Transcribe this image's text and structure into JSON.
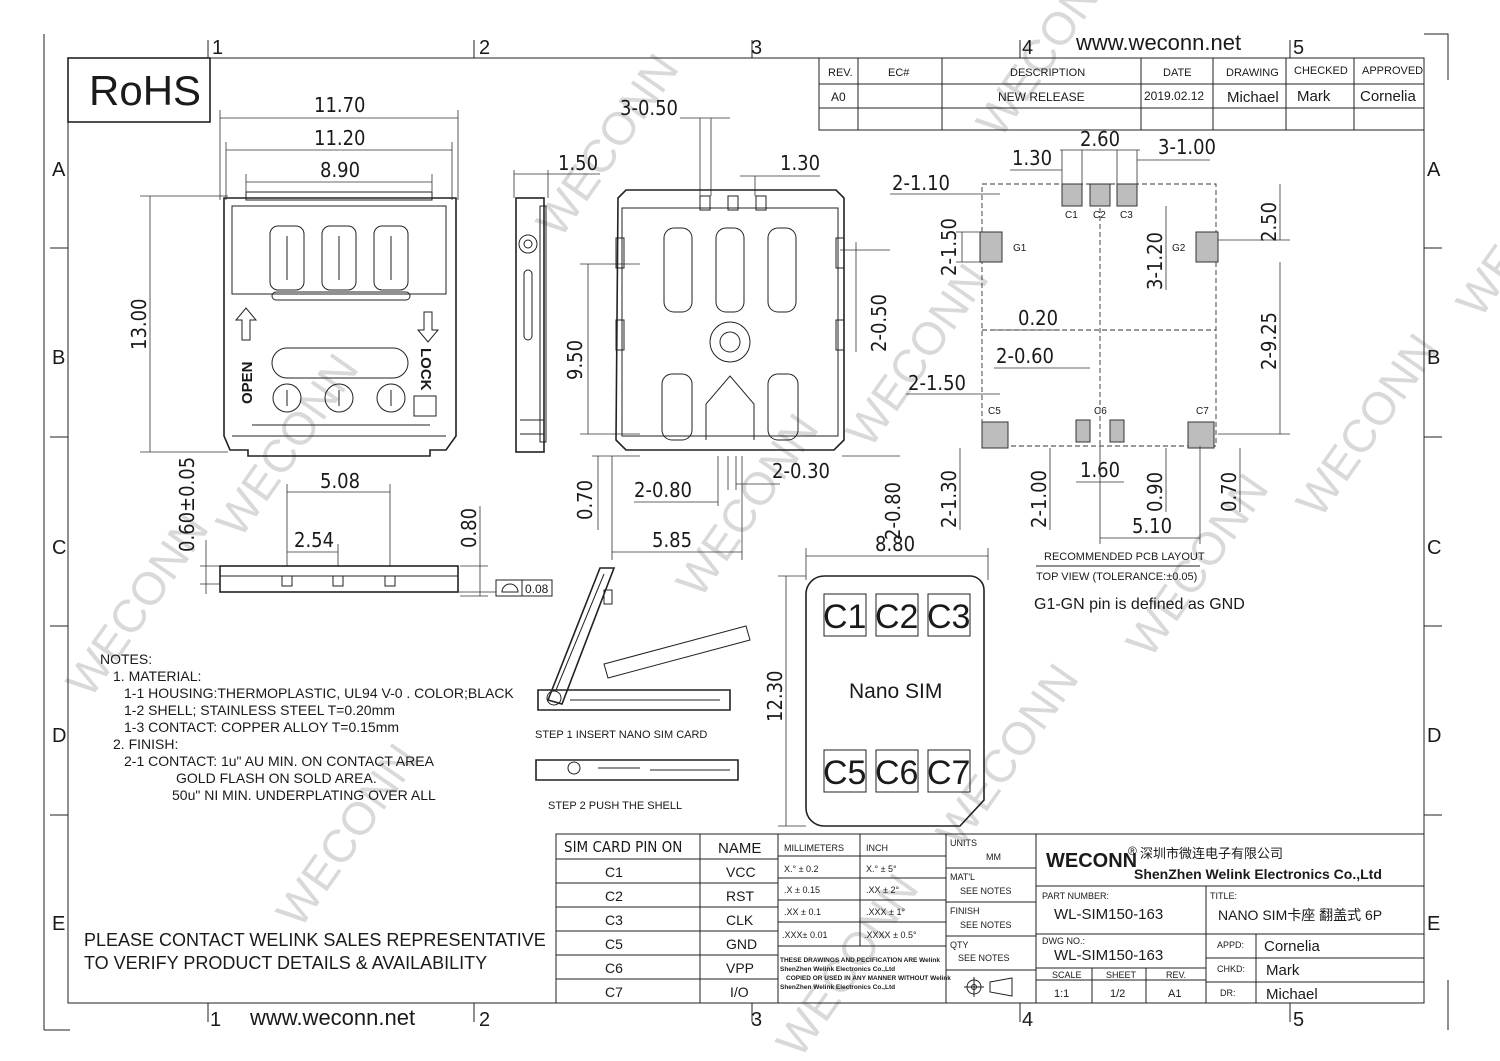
{
  "website": "www.weconn.net",
  "rohs": "RoHS",
  "watermark": "WECONN",
  "grid": {
    "columns": [
      "1",
      "2",
      "3",
      "4",
      "5"
    ],
    "rows": [
      "A",
      "B",
      "C",
      "D",
      "E"
    ]
  },
  "revision_table": {
    "headers": [
      "REV.",
      "EC#",
      "DESCRIPTION",
      "DATE",
      "DRAWING",
      "CHECKED",
      "APPROVED"
    ],
    "rows": [
      [
        "A0",
        "",
        "NEW RELEASE",
        "2019.02.12",
        "Michael",
        "Mark",
        "Cornelia"
      ]
    ]
  },
  "front_view": {
    "dims": {
      "w1": "11.70",
      "w2": "11.20",
      "w3": "8.90",
      "h": "13.00"
    },
    "labels": {
      "open": "OPEN",
      "lock": "LOCK"
    }
  },
  "side_view": {
    "dims": {
      "d1": "1.50"
    }
  },
  "bottom_view": {
    "dims": {
      "top_pitch": "3-0.50",
      "right_top": "1.30",
      "height": "9.50",
      "side": "2-0.50",
      "bottom_h": "0.70",
      "pad": "2-0.80",
      "gap": "2-0.30",
      "width": "5.85",
      "side2": "2-0.80"
    }
  },
  "pcb_layout": {
    "dims": {
      "d130": "1.30",
      "d260": "2.60",
      "d3100": "3-1.00",
      "d2110": "2-1.10",
      "d2150a": "2-1.50",
      "d250": "2.50",
      "d3120": "3-1.20",
      "d020": "0.20",
      "d2925": "2-9.25",
      "d260b": "2-0.60",
      "d2150b": "2-1.50",
      "d160": "1.60",
      "d090": "0.90",
      "d070": "0.70",
      "d510": "5.10",
      "d2130": "2-1.30",
      "d2100": "2-1.00"
    },
    "pads": [
      "C1",
      "C2",
      "C3",
      "G1",
      "G2",
      "C5",
      "C6",
      "C7"
    ],
    "caption1": "RECOMMENDED PCB LAYOUT",
    "caption2": "TOP VIEW (TOLERANCE:±0.05)",
    "note": "G1-GN pin is defined as GND"
  },
  "profile_view": {
    "dims": {
      "p508": "5.08",
      "p254": "2.54",
      "p060": "0.60±0.05",
      "p080": "0.80"
    },
    "flatness": "0.08"
  },
  "steps": {
    "step1": "STEP 1 INSERT NANO SIM CARD",
    "step2": "STEP 2 PUSH THE SHELL"
  },
  "nano_sim": {
    "title": "Nano SIM",
    "width": "8.80",
    "height": "12.30",
    "top_pads": [
      "C1",
      "C2",
      "C3"
    ],
    "bottom_pads": [
      "C5",
      "C6",
      "C7"
    ]
  },
  "notes": {
    "heading": "NOTES:",
    "lines": [
      "1. MATERIAL:",
      "1-1 HOUSING:THERMOPLASTIC, UL94 V-0 . COLOR;BLACK",
      "1-2 SHELL; STAINLESS STEEL T=0.20mm",
      "1-3 CONTACT: COPPER ALLOY  T=0.15mm",
      "2. FINISH:",
      "2-1 CONTACT: 1u\" AU MIN. ON CONTACT AREA",
      "GOLD FLASH ON SOLD AREA.",
      "50u\" NI MIN. UNDERPLATING OVER ALL"
    ]
  },
  "contact_notice": {
    "line1": "PLEASE CONTACT WELINK SALES REPRESENTATIVE",
    "line2": "TO VERIFY PRODUCT DETAILS & AVAILABILITY"
  },
  "pin_table": {
    "headers": [
      "SIM CARD PIN ON",
      "NAME"
    ],
    "rows": [
      [
        "C1",
        "VCC"
      ],
      [
        "C2",
        "RST"
      ],
      [
        "C3",
        "CLK"
      ],
      [
        "C5",
        "GND"
      ],
      [
        "C6",
        "VPP"
      ],
      [
        "C7",
        "I/O"
      ]
    ]
  },
  "tolerance_table": {
    "headers": [
      "MILLIMETERS",
      "INCH"
    ],
    "rows": [
      [
        "X.°  ±  0.2",
        "X.°  ±  5°"
      ],
      [
        ".X  ±  0.15",
        ".XX  ±  2°"
      ],
      [
        ".XX  ±  0.1",
        ".XXX  ±  1°"
      ],
      [
        ".XXX±  0.01",
        ".XXXX ±  0.5°"
      ]
    ]
  },
  "disclaimer": [
    "THESE DRAWINGS AND PECIFICATION ARE Welink",
    "ShenZhen Welink Electronics Co.,Ltd",
    "COPIED OR USED IN ANY MANNER WITHOUT Welink",
    "ShenZhen Welink Electronics Co.,Ltd"
  ],
  "spec_block": {
    "units_label": "UNITS",
    "units_value": "MM",
    "matl_label": "MAT'L",
    "matl_value": "SEE NOTES",
    "finish_label": "FINISH",
    "finish_value": "SEE NOTES",
    "qty_label": "QTY",
    "qty_value": "SEE NOTES"
  },
  "title_block": {
    "brand": "WECONN",
    "registered": "®",
    "company_cn": "深圳市微连电子有限公司",
    "company_en": "ShenZhen Welink Electronics Co.,Ltd",
    "part_number_label": "PART NUMBER:",
    "part_number": "WL-SIM150-163",
    "title_label": "TITLE:",
    "title": "NANO SIM卡座 翻盖式 6P",
    "dwg_label": "DWG NO.:",
    "dwg_no": "WL-SIM150-163",
    "appd_label": "APPD:",
    "appd": "Cornelia",
    "chkd_label": "CHKD:",
    "chkd": "Mark",
    "dr_label": "DR:",
    "dr": "Michael",
    "scale_label": "SCALE",
    "scale": "1:1",
    "sheet_label": "SHEET",
    "sheet": "1/2",
    "rev_label": "REV.",
    "rev": "A1"
  }
}
